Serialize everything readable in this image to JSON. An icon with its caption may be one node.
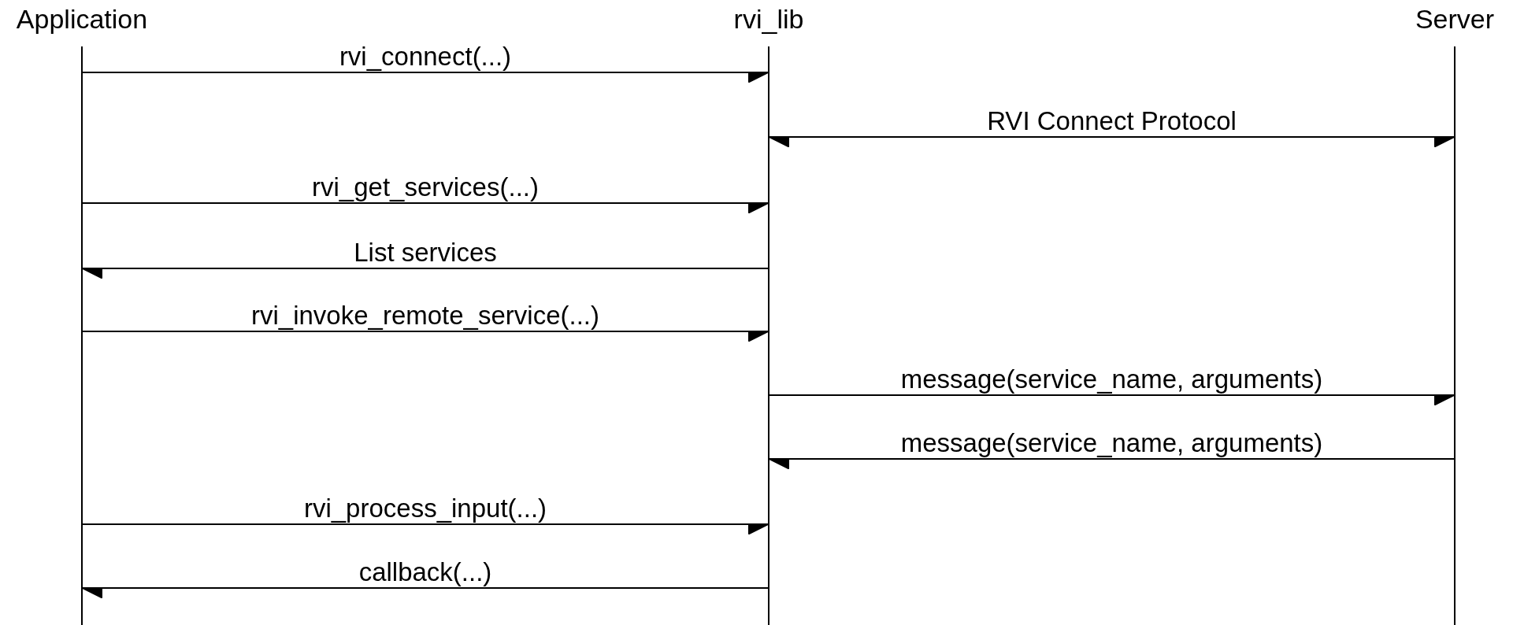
{
  "diagram": {
    "nodes": [
      {
        "text": [
          "Application"
        ]
      },
      {
        "text": [
          "rvi_lib"
        ]
      },
      {
        "text": [
          "Server"
        ]
      },
      {
        "text": [],
        "shape": "line"
      },
      {
        "text": [],
        "shape": "line"
      },
      {
        "text": [],
        "shape": "line"
      }
    ],
    "edges": [
      {
        "from": 3,
        "to": 4,
        "arrow": "to",
        "label": "rvi_connect(...)"
      },
      {
        "from": 4,
        "to": 5,
        "arrow": "both",
        "label": "RVI Connect Protocol"
      },
      {
        "from": 3,
        "to": 4,
        "arrow": "to",
        "label": "rvi_get_services(...)"
      },
      {
        "from": 4,
        "to": 3,
        "arrow": "to",
        "label": "List services"
      },
      {
        "from": 3,
        "to": 4,
        "arrow": "to",
        "label": "rvi_invoke_remote_service(...)"
      },
      {
        "from": 4,
        "to": 5,
        "arrow": "to",
        "label": "message(service_name, arguments)"
      },
      {
        "from": 5,
        "to": 4,
        "arrow": "to",
        "label": "message(service_name, arguments)"
      },
      {
        "from": 3,
        "to": 4,
        "arrow": "to",
        "label": "rvi_process_input(...)"
      },
      {
        "from": 4,
        "to": 3,
        "arrow": "to",
        "label": "callback(...)"
      }
    ]
  }
}
